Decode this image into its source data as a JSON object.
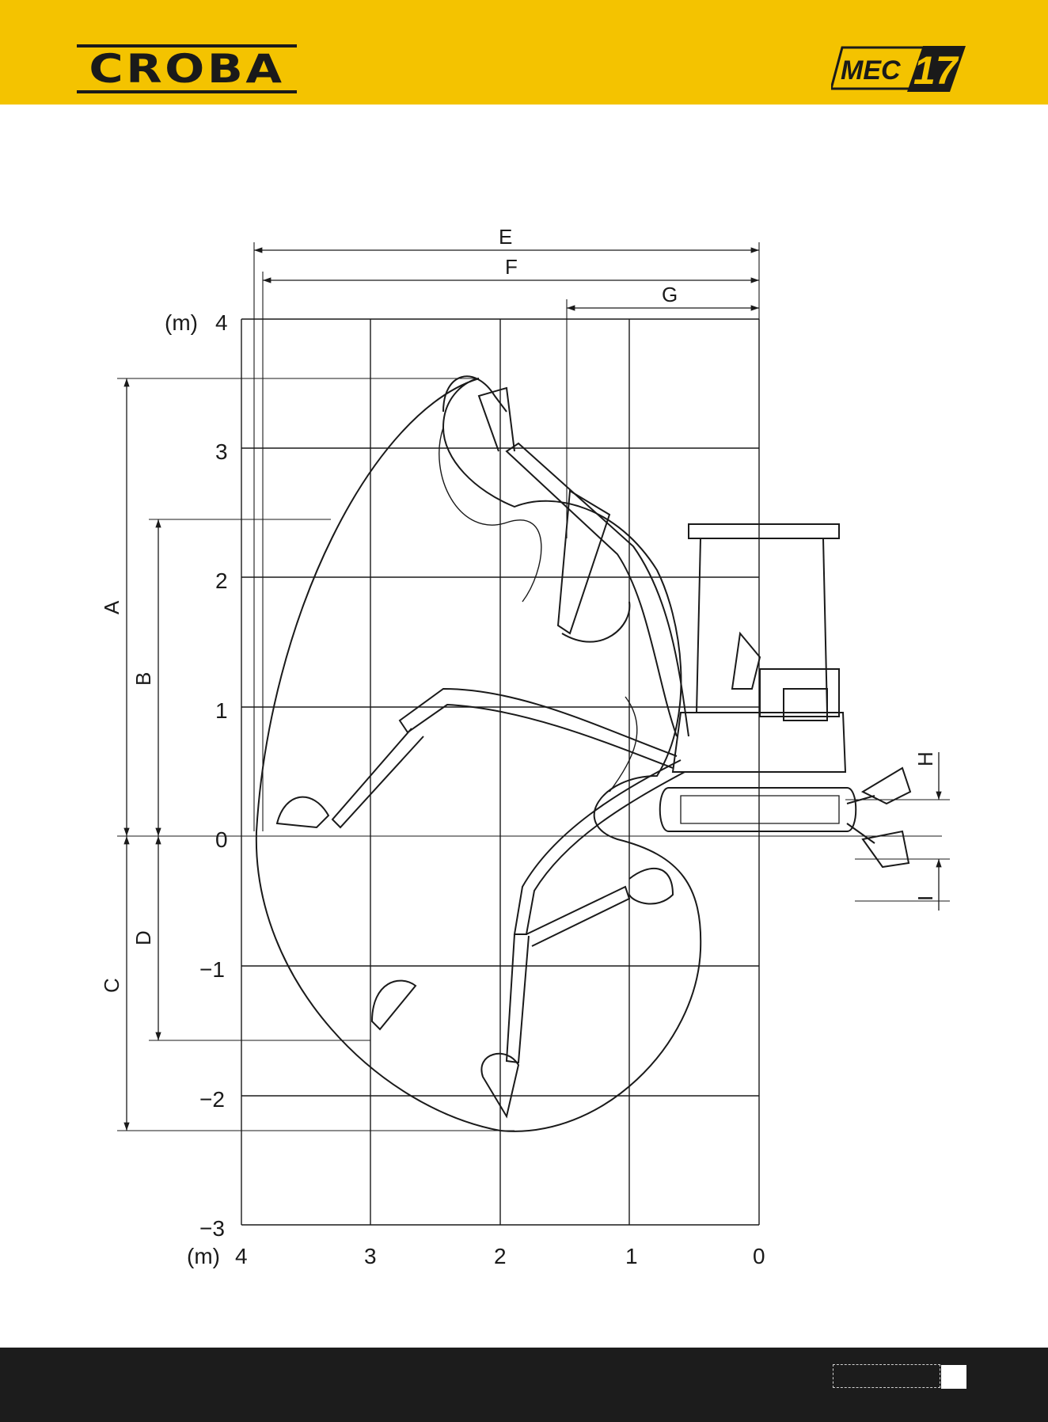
{
  "header": {
    "brand": "CROBA",
    "model_prefix": "MEC",
    "model_number": "17",
    "colors": {
      "band": "#f4c300",
      "ink": "#1a1a1a"
    }
  },
  "diagram": {
    "unit_label": "(m)",
    "y_ticks": [
      "4",
      "3",
      "2",
      "1",
      "0",
      "−1",
      "−2",
      "−3"
    ],
    "x_ticks": [
      "4",
      "3",
      "2",
      "1",
      "0"
    ],
    "dimension_labels": {
      "a": "A",
      "b": "B",
      "c": "C",
      "d": "D",
      "e": "E",
      "f": "F",
      "g": "G",
      "h": "H",
      "i": "I"
    }
  },
  "footer": {
    "color": "#1c1c1c"
  }
}
